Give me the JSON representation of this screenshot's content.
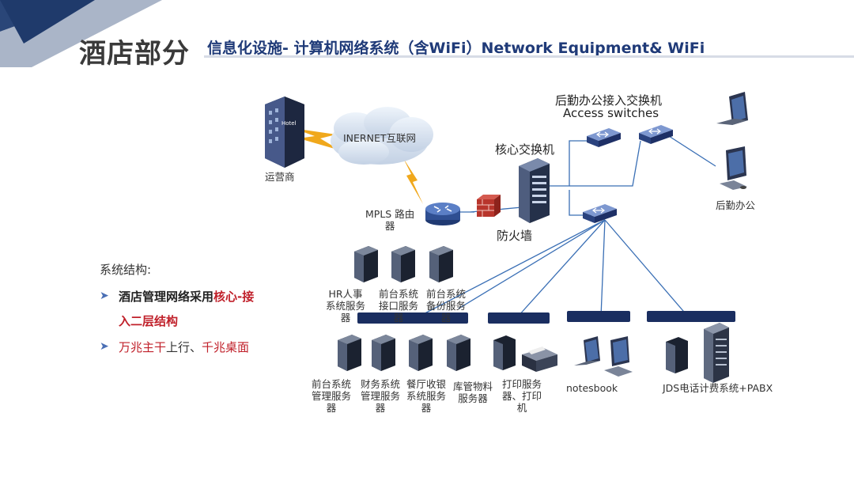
{
  "header": {
    "title": "酒店部分",
    "subtitle": "信息化设施- 计算机网络系统（含WiFi）Network Equipment& WiFi"
  },
  "diagram": {
    "isp_label": "运营商",
    "internet_label": "INERNET互联网",
    "router_label_1": "MPLS 路由",
    "router_label_2": "器",
    "firewall_label": "防火墙",
    "core_switch_label": "核心交换机",
    "access_switch_label_cn": "后勤办公接入交换机",
    "access_switch_label_en": "Access switches",
    "backoffice_label": "后勤办公",
    "servers_top": [
      {
        "lines": [
          "HR人事",
          "系统服务",
          "器"
        ]
      },
      {
        "lines": [
          "前台系统",
          "接口服务",
          "器"
        ]
      },
      {
        "lines": [
          "前台系统",
          "备份服务",
          "器"
        ]
      }
    ],
    "servers_bottom": [
      {
        "lines": [
          "前台系统",
          "管理服务",
          "器"
        ]
      },
      {
        "lines": [
          "财务系统",
          "管理服务",
          "器"
        ]
      },
      {
        "lines": [
          "餐厅收银",
          "系统服务",
          "器"
        ]
      },
      {
        "lines": [
          "库管物料",
          "服务器"
        ]
      }
    ],
    "print_label": [
      "打印服务",
      "器、打印",
      "机"
    ],
    "notebook_label": "notesbook",
    "jds_label": "JDS电话计费系统+PABX"
  },
  "bullets": {
    "heading": "系统结构:",
    "item1_part1": "酒店管理网络采用",
    "item1_part2": "核心-接",
    "item1_part3": "入二层结构",
    "item2_part1": "万兆主干",
    "item2_part2": "上行、",
    "item2_part3": "千兆桌面"
  },
  "colors": {
    "banner": "#1f3a6b",
    "banner_light": "#8e9cb6",
    "title": "#3a3a3a",
    "subtitle": "#1f3a78",
    "accent_red": "#c0202a",
    "switch_bar": "#1a2e60",
    "bolt": "#f0a81c"
  }
}
